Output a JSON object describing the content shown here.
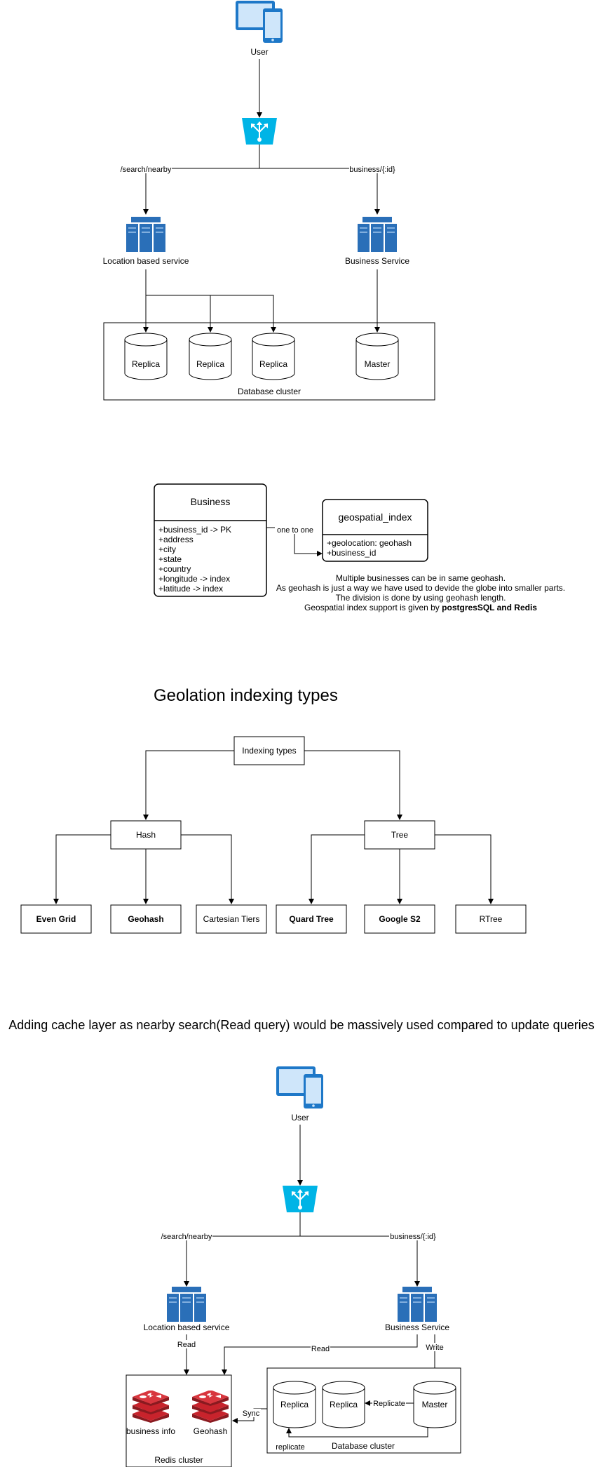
{
  "diagram1": {
    "user_label": "User",
    "route_search": "/search/nearby",
    "route_business": "business/{:id}",
    "lbs_label": "Location based service",
    "business_service_label": "Business Service",
    "replica_labels": [
      "Replica",
      "Replica",
      "Replica"
    ],
    "master_label": "Master",
    "cluster_label": "Database cluster"
  },
  "schema": {
    "business_title": "Business",
    "business_fields": [
      "+business_id -> PK",
      "+address",
      "+city",
      "+state",
      "+country",
      "+longitude -> index",
      "+latitude -> index"
    ],
    "relation_label": "one to one",
    "geo_title": "geospatial_index",
    "geo_fields": [
      "+geolocation: geohash",
      "+business_id"
    ],
    "note_lines": [
      "Multiple businesses can be in same geohash.",
      "As geohash is just a way we have used to devide the globe into smaller parts.",
      "The division is done by using geohash length."
    ],
    "note_last_prefix": "Geospatial index support is given by ",
    "note_last_bold": "postgresSQL and Redis"
  },
  "indexing": {
    "heading": "Geolation indexing types",
    "root": "Indexing types",
    "hash": "Hash",
    "tree": "Tree",
    "hash_children": [
      "Even Grid",
      "Geohash",
      "Cartesian Tiers"
    ],
    "tree_children": [
      "Quard Tree",
      "Google S2",
      "RTree"
    ]
  },
  "cache": {
    "heading": "Adding cache layer as nearby search(Read query) would be massively used compared to update queries",
    "user_label": "User",
    "route_search": "/search/nearby",
    "route_business": "business/{:id}",
    "lbs_label": "Location based service",
    "business_service_label": "Business Service",
    "read_label": "Read",
    "read_label_2": "Read",
    "write_label": "Write",
    "sync_label": "Sync",
    "replicate_label": "Replicate",
    "replicate_label_2": "replicate",
    "redis_items": [
      "business info",
      "Geohash"
    ],
    "redis_cluster_label": "Redis cluster",
    "replica_labels": [
      "Replica",
      "Replica"
    ],
    "master_label": "Master",
    "db_cluster_label": "Database cluster"
  },
  "colors": {
    "device_blue": "#1E78C8",
    "device_light": "#CFE6FA",
    "gateway_cyan": "#00B4E6",
    "server_blue": "#2A6FB8",
    "redis_red": "#C8232C"
  }
}
